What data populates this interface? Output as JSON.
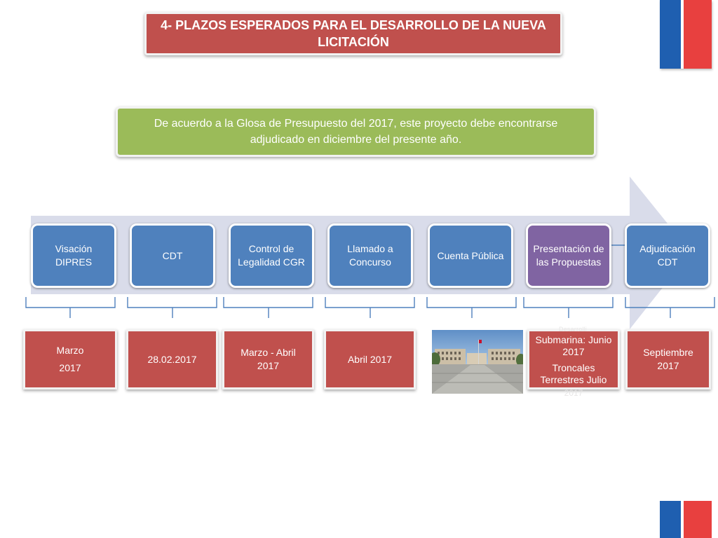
{
  "header": {
    "title": "4- PLAZOS ESPERADOS PARA EL DESARROLLO DE LA NUEVA LICITACIÓN"
  },
  "glosa": {
    "text": "De acuerdo a la Glosa de Presupuesto del 2017, este proyecto debe encontrarse adjudicado en diciembre del presente año."
  },
  "steps": [
    {
      "label": "Visación DIPRES"
    },
    {
      "label": "CDT"
    },
    {
      "label": "Control de Legalidad CGR"
    },
    {
      "label": "Llamado a Concurso"
    },
    {
      "label": "Cuenta Pública"
    },
    {
      "label": "Presentación de las Propuestas"
    },
    {
      "label": "Adjudicación CDT"
    }
  ],
  "dates": {
    "marzo": {
      "line1": "Marzo",
      "line2": "2017"
    },
    "cdt": "28.02.2017",
    "control": "Marzo - Abril 2017",
    "llamado": "Abril 2017",
    "propuestas": {
      "tag": "Desarrolli",
      "submarina": "Submarina: Junio 2017",
      "troncales": "Troncales Terrestres Julio",
      "tail": "2017"
    },
    "adjudicacion": "Septiembre 2017"
  },
  "colors": {
    "title_red": "#c0504d",
    "glosa_green": "#9bbb59",
    "step_blue": "#4f81bd",
    "step_purple": "#8064a2",
    "arrow_light": "#d9dcea",
    "flag_blue": "#1f5fb0",
    "flag_red": "#e8403f"
  }
}
